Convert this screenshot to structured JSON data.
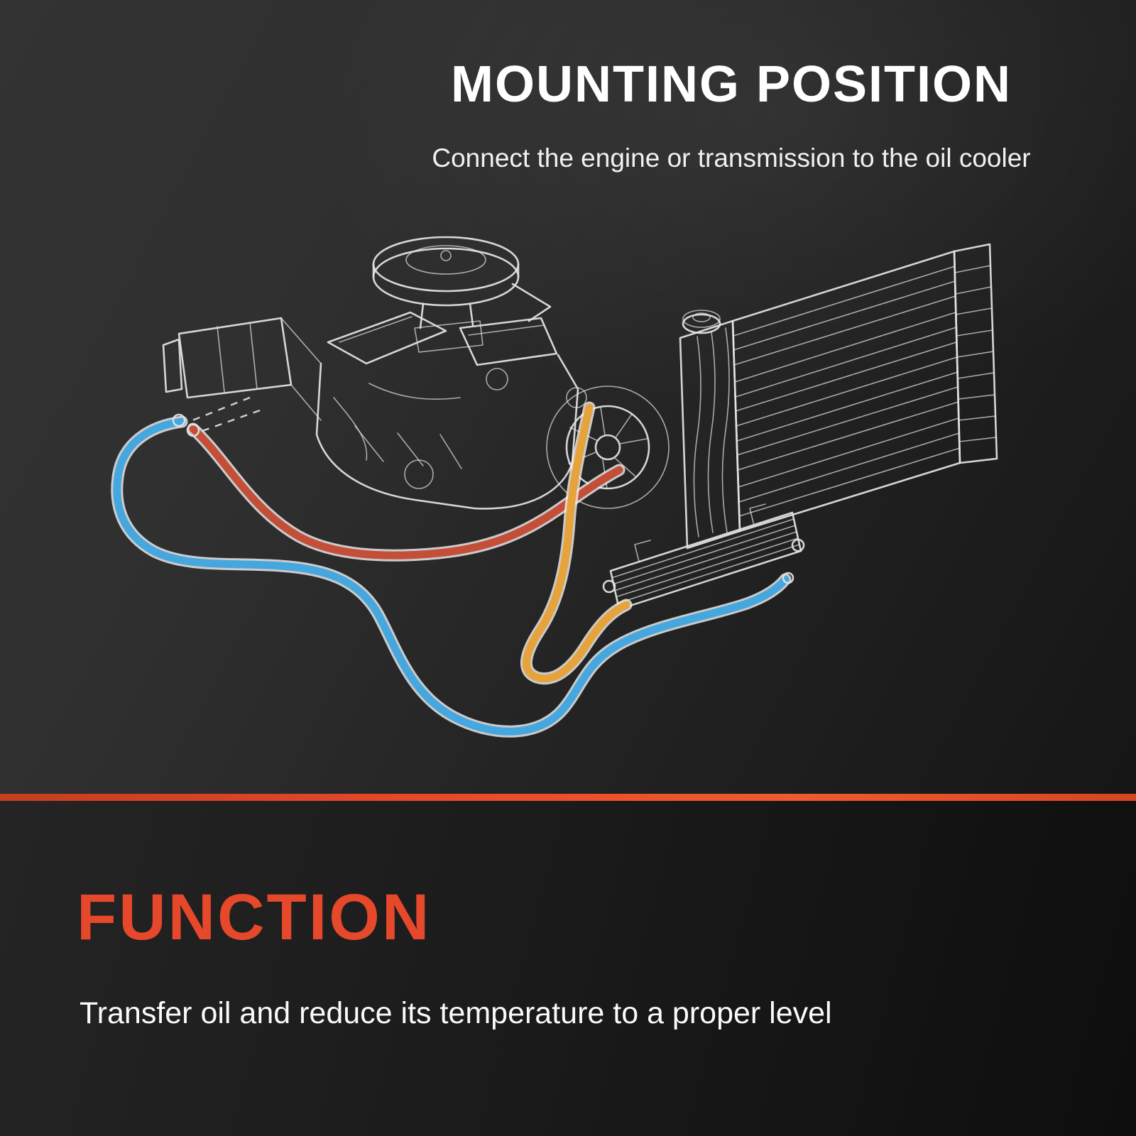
{
  "header": {
    "title": "MOUNTING POSITION",
    "subtitle": "Connect the engine or transmission to the oil cooler"
  },
  "function_section": {
    "heading": "FUNCTION",
    "description": "Transfer oil and reduce its temperature to a proper level"
  },
  "diagram": {
    "components": [
      {
        "name": "engine"
      },
      {
        "name": "radiator"
      },
      {
        "name": "transmission-oil-cooler"
      }
    ],
    "hoses": [
      {
        "name": "return-line",
        "color": "#45a7dd"
      },
      {
        "name": "hot-oil-line",
        "color": "#c44f39"
      },
      {
        "name": "cooler-feed-line",
        "color": "#e6a33c"
      }
    ]
  },
  "colors": {
    "accent": "#e5482b",
    "background_top": "#343434",
    "background_bottom": "#141414",
    "title_text": "#ffffff",
    "body_text": "#f1f1f1",
    "line_art": "#e3e3e3",
    "hose_blue": "#45a7dd",
    "hose_red": "#c44f39",
    "hose_orange": "#e6a33c"
  }
}
